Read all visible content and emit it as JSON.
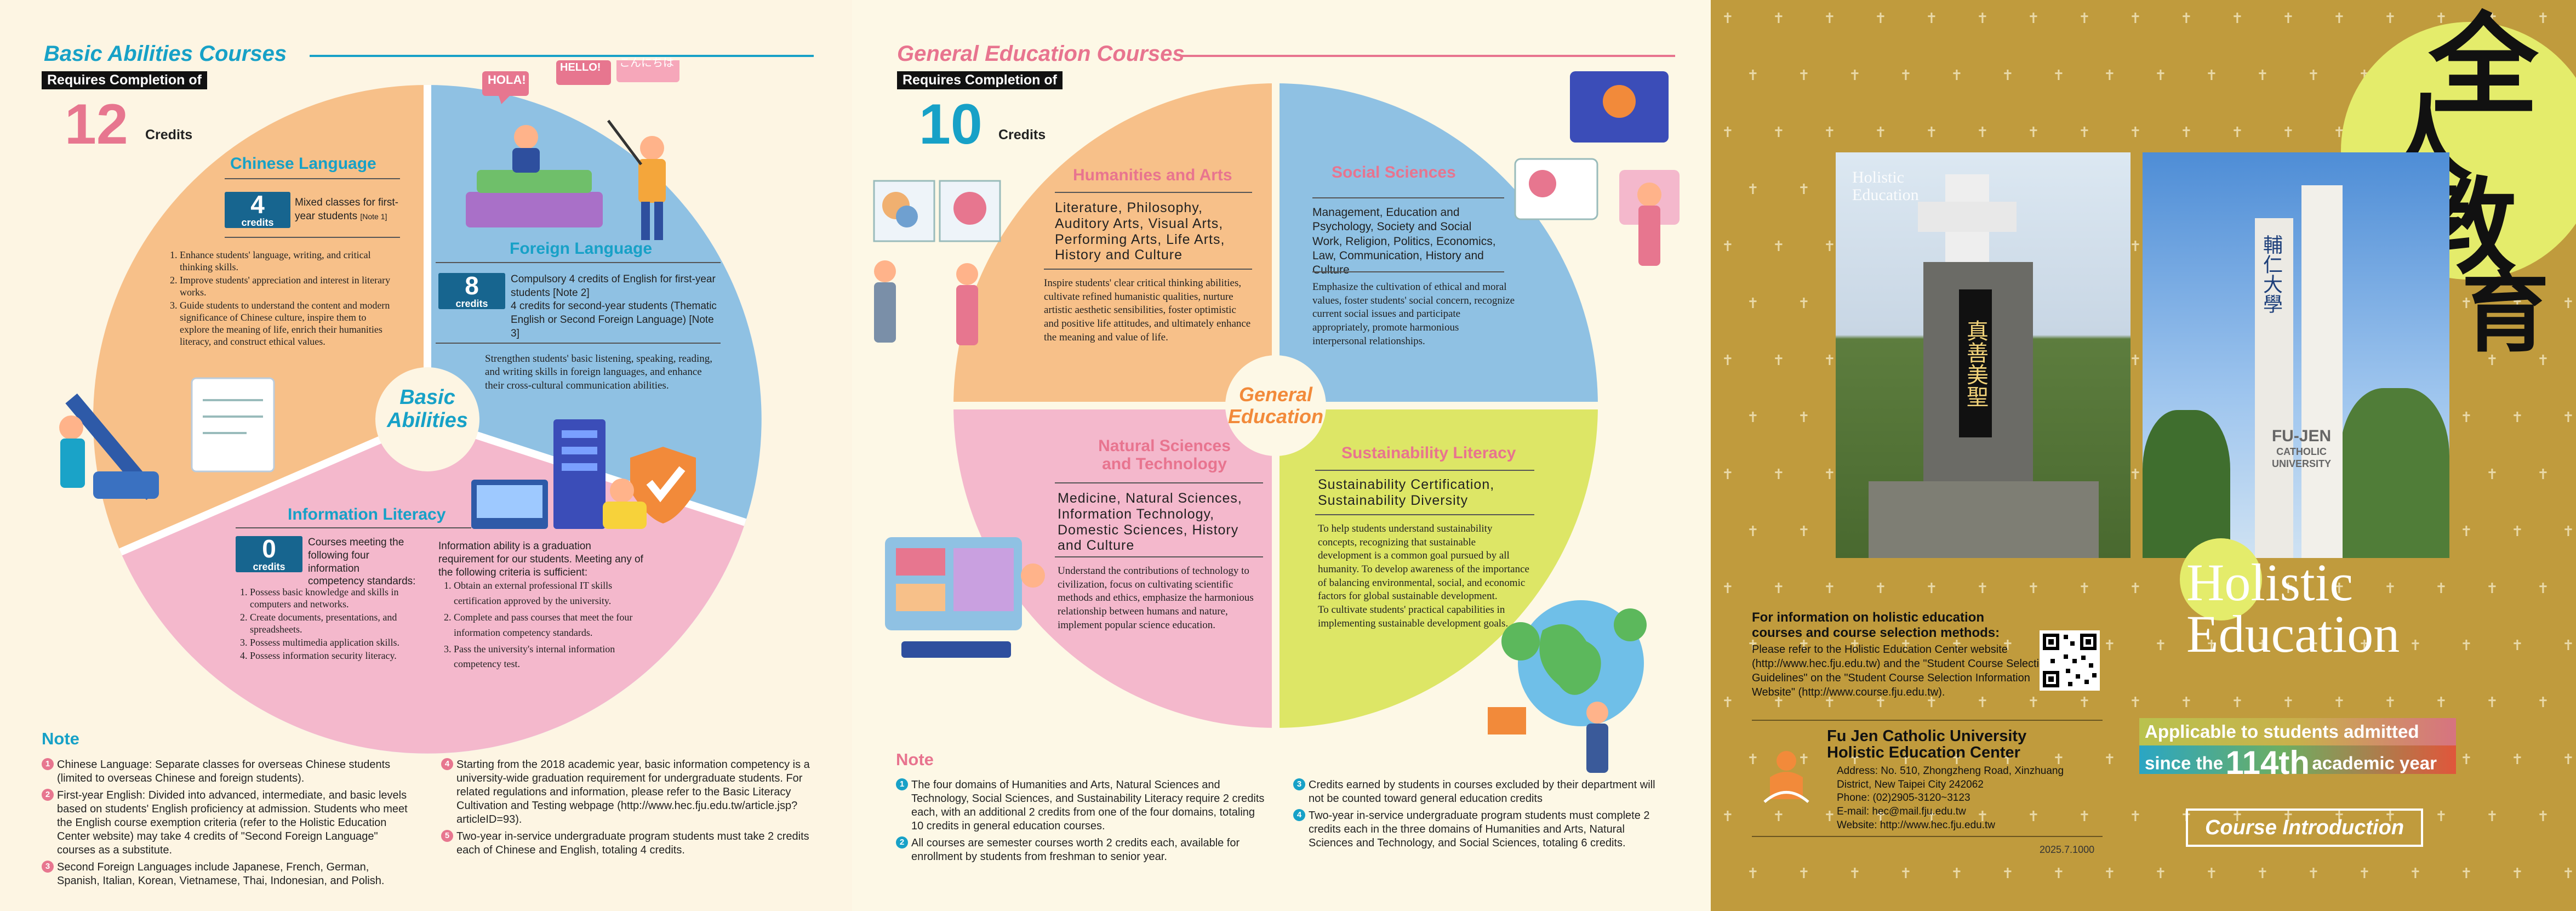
{
  "left": {
    "title": "Basic Abilities Courses",
    "req_label": "Requires Completion of",
    "credits_num": "12",
    "credits_label": "Credits",
    "center_label_1": "Basic",
    "center_label_2": "Abilities",
    "bubbles": [
      "HOLA!",
      "HELLO!",
      "こんにちは"
    ],
    "chinese": {
      "title": "Chinese Language",
      "credit_num": "4",
      "credit_word": "credits",
      "desc_1": "Mixed classes for first-",
      "desc_2": "year students",
      "note_tag": "[Note 1]",
      "items": [
        "Enhance students' language, writing, and critical thinking skills.",
        "Improve students' appreciation and interest in literary works.",
        "Guide students to understand the content and modern significance of Chinese culture, inspire them to explore the meaning of life, enrich their humanities literacy, and construct ethical values."
      ]
    },
    "foreign": {
      "title": "Foreign Language",
      "credit_num": "8",
      "credit_word": "credits",
      "desc": "Compulsory 4 credits of English for first-year students [Note 2]\n4 credits for second-year students (Thematic English or Second Foreign Language) [Note 3]",
      "body": "Strengthen students' basic listening, speaking, reading, and writing skills in foreign languages, and enhance their cross-cultural communication abilities."
    },
    "info": {
      "title": "Information Literacy",
      "credit_num": "0",
      "credit_word": "credits",
      "desc": "Courses meeting the following four information competency standards:",
      "items": [
        "Possess basic knowledge and skills in computers and networks.",
        "Create documents, presentations, and spreadsheets.",
        "Possess multimedia application skills.",
        "Possess information security literacy."
      ],
      "req_text": "Information ability is a graduation requirement for our students. Meeting any of the following criteria is sufficient:",
      "req_items": [
        "Obtain an external professional IT skills certification approved by the university.",
        "Complete and pass courses that meet the four information competency standards.",
        "Pass the university's internal information competency test."
      ]
    },
    "note_head": "Note",
    "notes": [
      "Chinese Language: Separate classes for overseas Chinese students (limited to overseas Chinese and foreign students).",
      "First-year English: Divided into advanced, intermediate, and basic levels based on students' English proficiency at admission. Students who meet the English course exemption criteria (refer to the Holistic Education Center website) may take 4 credits of \"Second Foreign Language\" courses as a substitute.",
      "Second Foreign Languages include Japanese, French, German, Spanish, Italian, Korean, Vietnamese, Thai, Indonesian, and Polish.",
      "Starting from the 2018 academic year, basic information competency is a university-wide graduation requirement for undergraduate students. For related regulations and information, please refer to the Basic Literacy Cultivation and Testing webpage (http://www.hec.fju.edu.tw/article.jsp?articleID=93).",
      "Two-year in-service undergraduate program students must take 2 credits each of Chinese and English, totaling 4 credits."
    ]
  },
  "middle": {
    "title": "General Education Courses",
    "req_label": "Requires Completion of",
    "credits_num": "10",
    "credits_label": "Credits",
    "center_label_1": "General",
    "center_label_2": "Education",
    "humanities": {
      "title": "Humanities and Arts",
      "fields": "Literature, Philosophy, Auditory Arts, Visual Arts, Performing Arts, Life Arts, History and Culture",
      "body": "Inspire students' clear critical thinking abilities, cultivate refined humanistic qualities, nurture artistic aesthetic sensibilities, foster optimistic and positive life attitudes, and ultimately enhance the meaning and value of life."
    },
    "social": {
      "title": "Social Sciences",
      "fields": "Management, Education and Psychology, Society and Social Work, Religion, Politics, Economics, Law, Communication, History and Culture",
      "body": "Emphasize the cultivation of ethical and moral values, foster students' social concern, recognize current social issues and participate appropriately, promote harmonious interpersonal relationships."
    },
    "natural": {
      "title_1": "Natural Sciences",
      "title_2": "and Technology",
      "fields": "Medicine, Natural Sciences, Information Technology, Domestic Sciences, History and Culture",
      "body": "Understand the contributions of technology to civilization, focus on cultivating scientific methods and ethics, emphasize the harmonious relationship between humans and nature, implement popular science education."
    },
    "sustain": {
      "title": "Sustainability Literacy",
      "fields": "Sustainability Certification, Sustainability Diversity",
      "body": "To help students understand sustainability concepts, recognizing that sustainable development is a common goal pursued by all humanity. To develop awareness of the importance of balancing environmental, social, and economic factors for global sustainable development.\nTo cultivate students' practical capabilities in implementing sustainable development goals."
    },
    "note_head": "Note",
    "notes": [
      "The four domains of Humanities and Arts, Natural Sciences and Technology, Social Sciences, and Sustainability Literacy require 2 credits each, with an additional 2 credits from one of the four domains, totaling 10 credits in general education courses.",
      "All courses are semester courses worth 2 credits each, available for enrollment by students from freshman to senior year.",
      "Credits earned by students in courses excluded by their department will not be counted toward general education credits",
      "Two-year in-service undergraduate program students must complete 2 credits each in the three domains of Humanities and Arts, Natural Sciences and Technology, and Social Sciences, totaling 6 credits."
    ]
  },
  "right": {
    "calligraphy": [
      "全",
      "人",
      "教",
      "育"
    ],
    "photo_caption_1": "Holistic",
    "photo_caption_2": "Education",
    "stone_text": "真善美聖",
    "monument_cn": "輔仁大學",
    "monument_en_1": "FU-JEN",
    "monument_en_2": "CATHOLIC",
    "monument_en_3": "UNIVERSITY",
    "big_title_1": "Holistic",
    "big_title_2": "Education",
    "info_head_1": "For information on holistic education",
    "info_head_2": "courses and course selection methods:",
    "info_body": "Please refer to the Holistic Education Center website (http://www.hec.fju.edu.tw) and the \"Student Course Selection Guidelines\" on the \"Student Course Selection Information Website\" (http://www.course.fju.edu.tw).",
    "uni_name": "Fu Jen Catholic University",
    "center_name": "Holistic Education Center",
    "address": "Address: No. 510, Zhongzheng Road, Xinzhuang District, New Taipei City 242062",
    "phone": "Phone: (02)2905-3120~3123",
    "email": "E-mail: hec@mail.fju.edu.tw",
    "website": "Website: http://www.hec.fju.edu.tw",
    "version": "2025.7.1000",
    "applicable": "Applicable to students admitted",
    "since": "since the",
    "year": "114th",
    "academic_year": "academic year",
    "course_intro": "Course Introduction"
  },
  "colors": {
    "orange_wedge": "#f7c089",
    "blue_wedge": "#8fc1e3",
    "pink_wedge": "#f4b8cc",
    "yellow_wedge": "#dde666",
    "teal": "#1aa3c8",
    "pink_accent": "#e8748f",
    "gold_bg": "#c09b3d",
    "lime": "#e4ec6b"
  }
}
